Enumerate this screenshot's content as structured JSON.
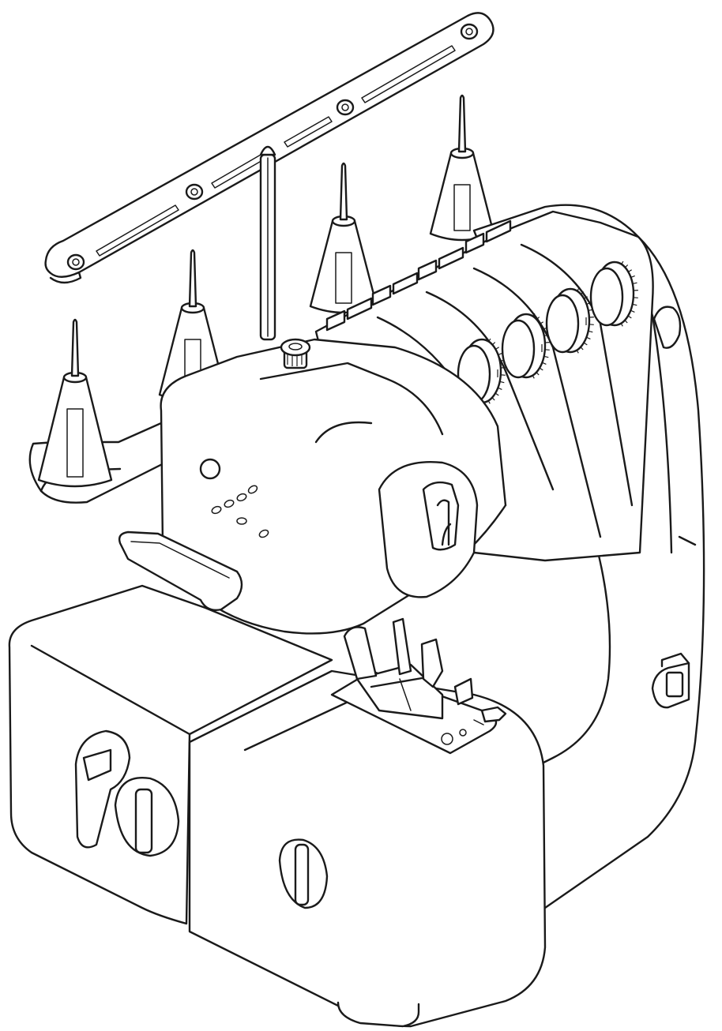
{
  "figure": {
    "kind": "line-art",
    "subject": "serger-overlock-machine",
    "colors": {
      "line": "#1a1a1a",
      "background": "#ffffff"
    }
  },
  "parts": {
    "spool_pins": 4,
    "tension_dials": 4,
    "thread_guide_holes": 4,
    "vent_slots": 6
  }
}
